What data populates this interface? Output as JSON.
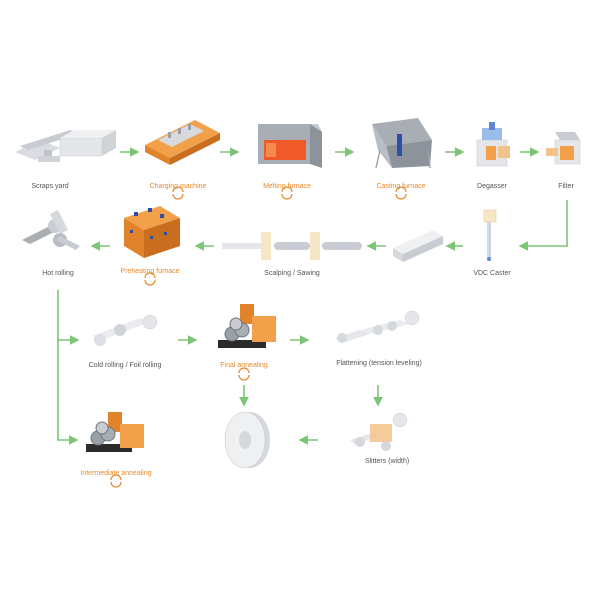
{
  "colors": {
    "accent": "#e8892a",
    "arrow": "#7cc576",
    "label": "#555555",
    "machine": "#c8ccd2",
    "machine_dark": "#9aa0a8",
    "heat": "#f05a28",
    "valve": "#2d4fa8",
    "beige": "#f3deb3"
  },
  "steps": {
    "scraps_yard": "Scraps yard",
    "charging_machine": "Charging machine",
    "melting_furnace": "Melting furnace",
    "casting_furnace": "Casting furnace",
    "degasser": "Degasser",
    "filter": "Filter",
    "vdc_caster": "VDC Caster",
    "scalping_sawing": "Scalping / Sawing",
    "preheating_furnace": "Preheating furnace",
    "hot_rolling": "Hot rolling",
    "cold_rolling": "Cold rolling / Foil rolling",
    "final_annealing": "Final annealing",
    "flattening": "Flattening (tension leveling)",
    "slitters": "Slitters (width)",
    "intermediate_annealing": "Intermediate annealing"
  },
  "icons": {
    "heat_indicator": "rotating-arrows-icon"
  }
}
